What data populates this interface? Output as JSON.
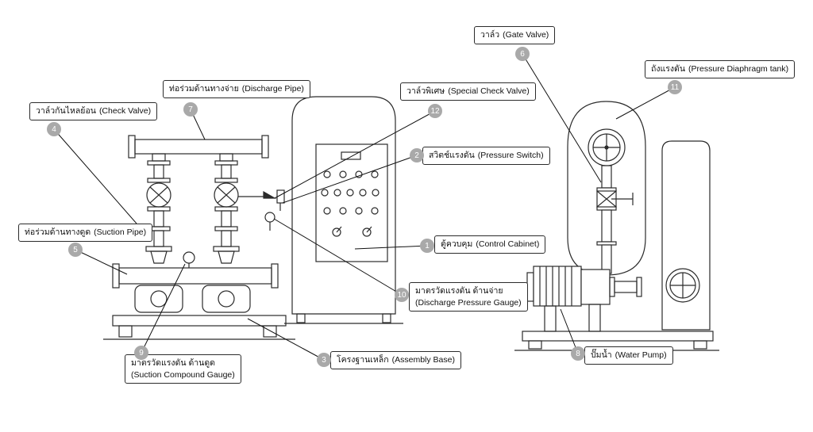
{
  "diagram": {
    "badge_color": "#a9a9a9",
    "stroke_color": "#2b2b2b",
    "labels": [
      {
        "key": "control_cabinet",
        "number": "1",
        "thai": "ตู้ควบคุม",
        "english": "(Control Cabinet)"
      },
      {
        "key": "pressure_switch",
        "number": "2",
        "thai": "สวิตช์แรงดัน",
        "english": "(Pressure Switch)"
      },
      {
        "key": "assembly_base",
        "number": "3",
        "thai": "โครงฐานเหล็ก",
        "english": "(Assembly Base)"
      },
      {
        "key": "check_valve",
        "number": "4",
        "thai": "วาล์วกันไหลย้อน",
        "english": "(Check Valve)"
      },
      {
        "key": "suction_pipe",
        "number": "5",
        "thai": "ท่อร่วมด้านทางดูด",
        "english": "(Suction Pipe)"
      },
      {
        "key": "gate_valve",
        "number": "6",
        "thai": "วาล์ว",
        "english": "(Gate Valve)"
      },
      {
        "key": "discharge_pipe",
        "number": "7",
        "thai": "ท่อร่วมด้านทางจ่าย",
        "english": "(Discharge Pipe)"
      },
      {
        "key": "water_pump",
        "number": "8",
        "thai": "ปั๊มน้ำ",
        "english": "(Water Pump)"
      },
      {
        "key": "suction_gauge",
        "number": "9",
        "thai": "มาตรวัดแรงดัน ด้านดูด",
        "english": "(Suction Compound Gauge)"
      },
      {
        "key": "discharge_gauge",
        "number": "10",
        "thai": "มาตรวัดแรงดัน ด้านจ่าย",
        "english": "(Discharge Pressure Gauge)"
      },
      {
        "key": "pressure_tank",
        "number": "11",
        "thai": "ถังแรงดัน",
        "english": "(Pressure Diaphragm tank)"
      },
      {
        "key": "special_check_valve",
        "number": "12",
        "thai": "วาล์วพิเศษ",
        "english": "(Special Check Valve)"
      }
    ]
  }
}
